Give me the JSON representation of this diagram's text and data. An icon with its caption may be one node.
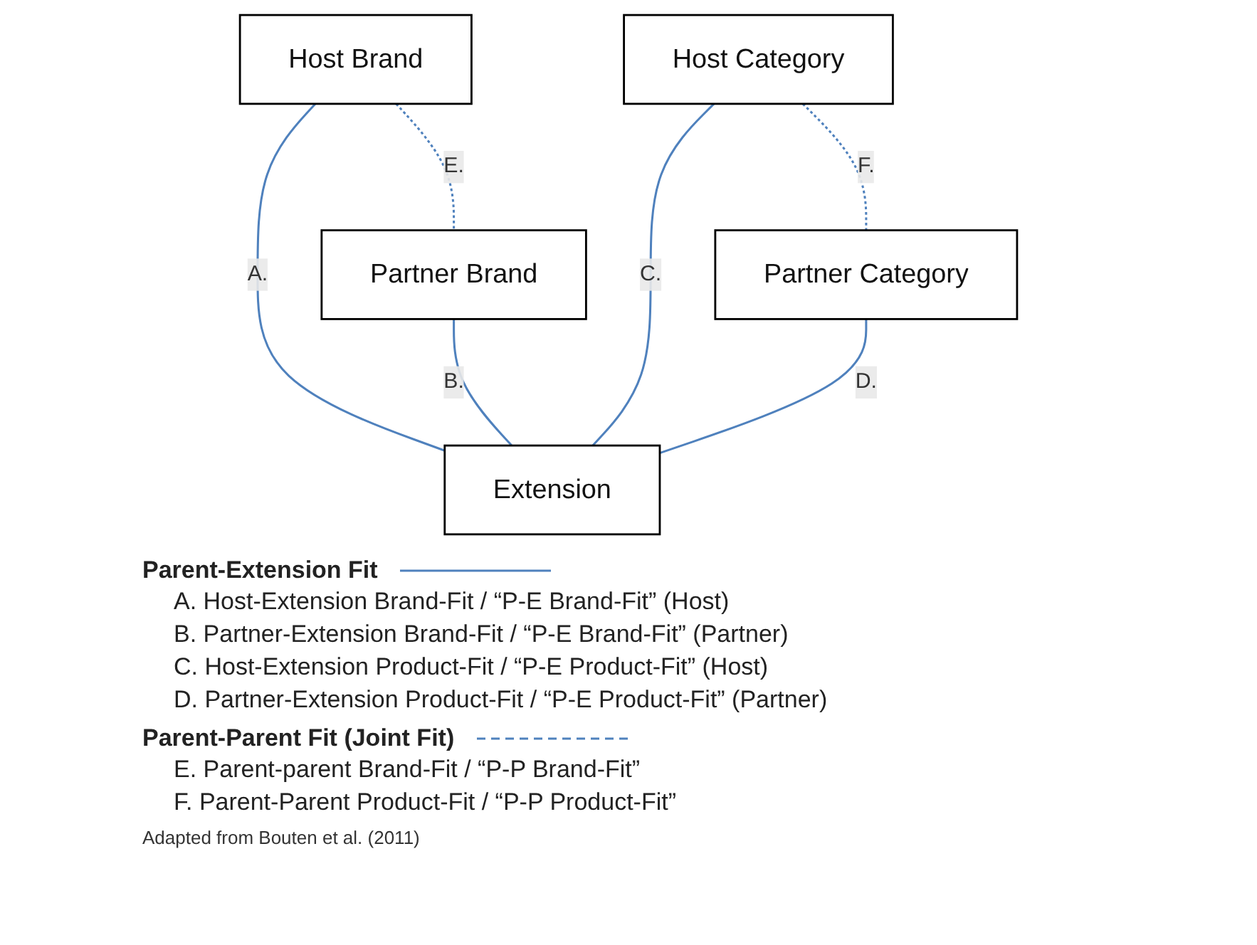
{
  "diagram": {
    "caption": "Adapted from Bouten et al. (2011)",
    "nodes": [
      {
        "text": [
          "Host Brand"
        ]
      },
      {
        "text": [
          "Partner Brand"
        ]
      },
      {
        "text": [
          "Host Category"
        ]
      },
      {
        "text": [
          "Partner Category"
        ]
      },
      {
        "text": [
          "Extension"
        ]
      }
    ],
    "edges": [
      {
        "from": 0,
        "to": 4,
        "arrow": "none",
        "label": "A."
      },
      {
        "from": 1,
        "to": 4,
        "arrow": "none",
        "label": "B."
      },
      {
        "from": 2,
        "to": 4,
        "arrow": "none",
        "label": "C."
      },
      {
        "from": 3,
        "to": 4,
        "arrow": "none",
        "label": "D."
      },
      {
        "from": 0,
        "to": 1,
        "arrow": "none",
        "label": "E.",
        "style": "dashed"
      },
      {
        "from": 2,
        "to": 3,
        "arrow": "none",
        "label": "F.",
        "style": "dashed"
      }
    ],
    "labels": [
      "A. Host-Extension Brand-Fit / “P-E Brand-Fit” (Host)",
      "B. Partner-Extension Brand-Fit / “P-E Brand-Fit” (Partner)",
      "C. Host-Extension Product-Fit / “P-E Product-Fit” (Host)",
      "D. Partner-Extension Product-Fit / “P-E Product-Fit” (Partner)",
      "E. Parent-parent Brand-Fit / “P-P Brand-Fit”",
      "F. Parent-Parent Product-Fit / “P-P Product-Fit”"
    ],
    "legend": [
      {
        "text": "Parent-Extension Fit"
      },
      {
        "text": "Parent-Parent Fit (Joint Fit)"
      }
    ]
  }
}
